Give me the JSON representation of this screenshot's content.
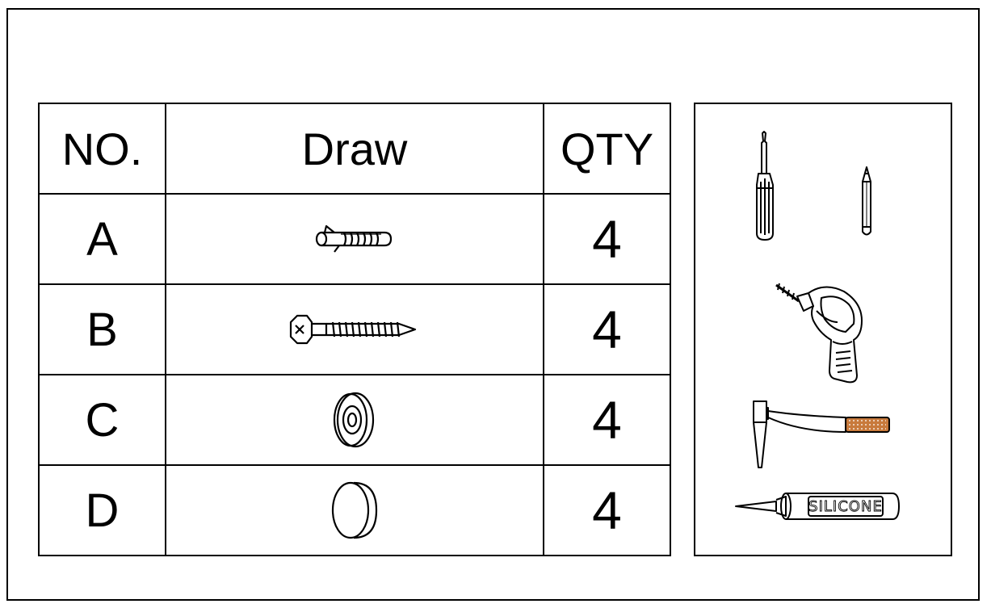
{
  "table": {
    "headers": {
      "no": "NO.",
      "draw": "Draw",
      "qty": "QTY"
    },
    "rows": [
      {
        "no": "A",
        "part": "wall-anchor-icon",
        "qty": "4"
      },
      {
        "no": "B",
        "part": "screw-icon",
        "qty": "4"
      },
      {
        "no": "C",
        "part": "washer-icon",
        "qty": "4"
      },
      {
        "no": "D",
        "part": "cover-cap-icon",
        "qty": "4"
      }
    ]
  },
  "tools": {
    "items": [
      "screwdriver-icon",
      "pencil-icon",
      "drill-icon",
      "hammer-icon",
      "silicone-tube-icon"
    ],
    "silicone_label": "SILICONE"
  },
  "colors": {
    "line": "#000000",
    "hammer_grip": "#c87a3c"
  }
}
